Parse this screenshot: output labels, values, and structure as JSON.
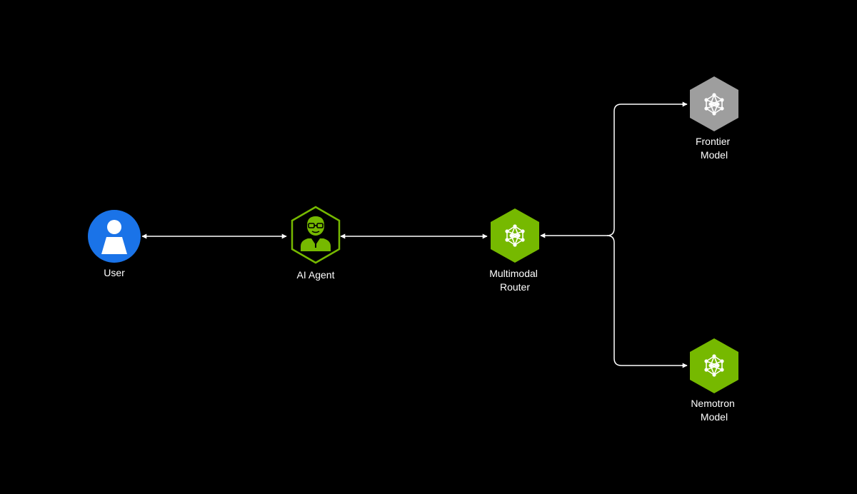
{
  "colors": {
    "background": "#000000",
    "user_blue": "#1a73e8",
    "nvidia_green": "#76b900",
    "frontier_gray": "#9e9e9e",
    "connector": "#ffffff"
  },
  "nodes": {
    "user": {
      "label": "User",
      "icon": "user-icon"
    },
    "agent": {
      "label": "AI Agent",
      "icon": "agent-person-icon"
    },
    "router": {
      "label_line1": "Multimodal",
      "label_line2": "Router",
      "icon": "neural-network-icon"
    },
    "frontier": {
      "label_line1": "Frontier",
      "label_line2": "Model",
      "icon": "neural-network-icon"
    },
    "nemotron": {
      "label_line1": "Nemotron",
      "label_line2": "Model",
      "icon": "neural-network-icon"
    }
  }
}
